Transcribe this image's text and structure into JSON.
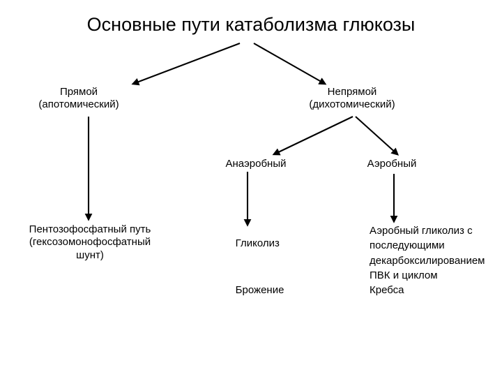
{
  "slide": {
    "title": "Основные пути катаболизма глюкозы",
    "background_color": "#ffffff",
    "text_color": "#000000",
    "arrow_color": "#000000"
  },
  "nodes": {
    "direct": {
      "line1": "Прямой",
      "line2": "(апотомический)",
      "full": "Прямой\n(апотомический)"
    },
    "indirect": {
      "line1": "Непрямой",
      "line2": "(дихотомический)",
      "full": "Непрямой\n(дихотомический)"
    },
    "anaerobic": {
      "label": "Анаэробный"
    },
    "aerobic": {
      "label": "Аэробный"
    },
    "pentose_phosphate": {
      "line1": "Пентозофосфатный путь",
      "line2": "(гексозомонофосфатный",
      "line3": "шунт)",
      "full": "Пентозофосфатный путь\n(гексозомонофосфатный\nшунт)"
    },
    "glycolysis": {
      "line1": "Гликолиз",
      "line2": "Брожение"
    },
    "aerobic_detail": {
      "full": "Аэробный гликолиз с последующими декарбоксилированием ПВК и циклом Кребса"
    }
  },
  "edges": [
    {
      "name": "root-to-direct",
      "from": "root",
      "to": "direct"
    },
    {
      "name": "root-to-indirect",
      "from": "root",
      "to": "indirect"
    },
    {
      "name": "direct-to-pentose-phosphate",
      "from": "direct",
      "to": "pentose_phosphate"
    },
    {
      "name": "indirect-to-anaerobic",
      "from": "indirect",
      "to": "anaerobic"
    },
    {
      "name": "indirect-to-aerobic",
      "from": "indirect",
      "to": "aerobic"
    },
    {
      "name": "anaerobic-to-glycolysis",
      "from": "anaerobic",
      "to": "glycolysis"
    },
    {
      "name": "aerobic-to-aerobic-detail",
      "from": "aerobic",
      "to": "aerobic_detail"
    }
  ]
}
